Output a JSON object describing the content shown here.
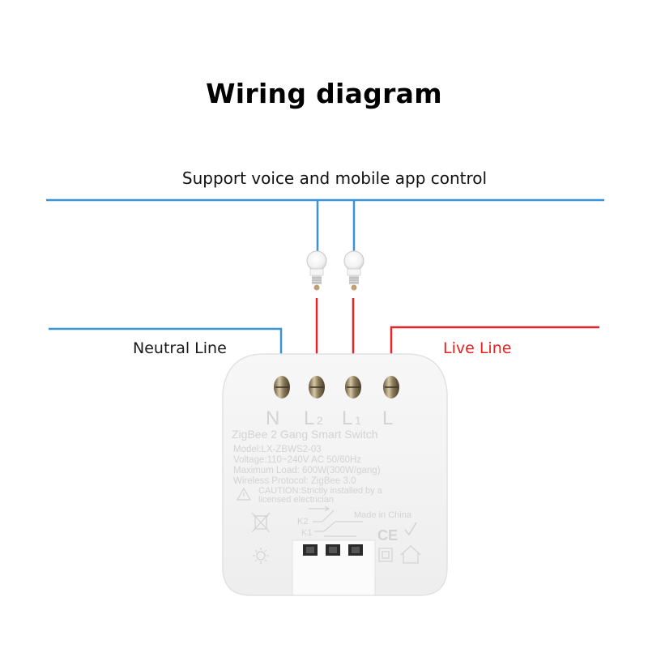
{
  "title": "Wiring diagram",
  "subtitle": "Support voice and mobile app control",
  "labels": {
    "neutral": "Neutral Line",
    "live": "Live Line"
  },
  "colors": {
    "neutral_wire": "#3a93d6",
    "live_wire": "#e3262a",
    "device_body": "#f4f4f4",
    "device_text": "#d0d0d0"
  },
  "device": {
    "terminals": {
      "n": {
        "letter": "N",
        "sub": ""
      },
      "l2": {
        "letter": "L",
        "sub": "2"
      },
      "l1": {
        "letter": "L",
        "sub": "1"
      },
      "l": {
        "letter": "L",
        "sub": ""
      }
    },
    "name": "ZigBee 2 Gang Smart Switch",
    "specs": [
      "Model:LX-ZBWS2-03",
      "Voltage:110~240V AC 50/60Hz",
      "Maximum Load: 600W(300W/gang)",
      "Wireless Protocol: ZigBee 3.0"
    ],
    "caution": [
      "CAUTION:Strictly installed by a",
      "licensed electrician"
    ],
    "switch_labels": {
      "k2": "K2",
      "k1": "K1"
    },
    "made_in": "Made in China",
    "ce_mark": "CE"
  }
}
